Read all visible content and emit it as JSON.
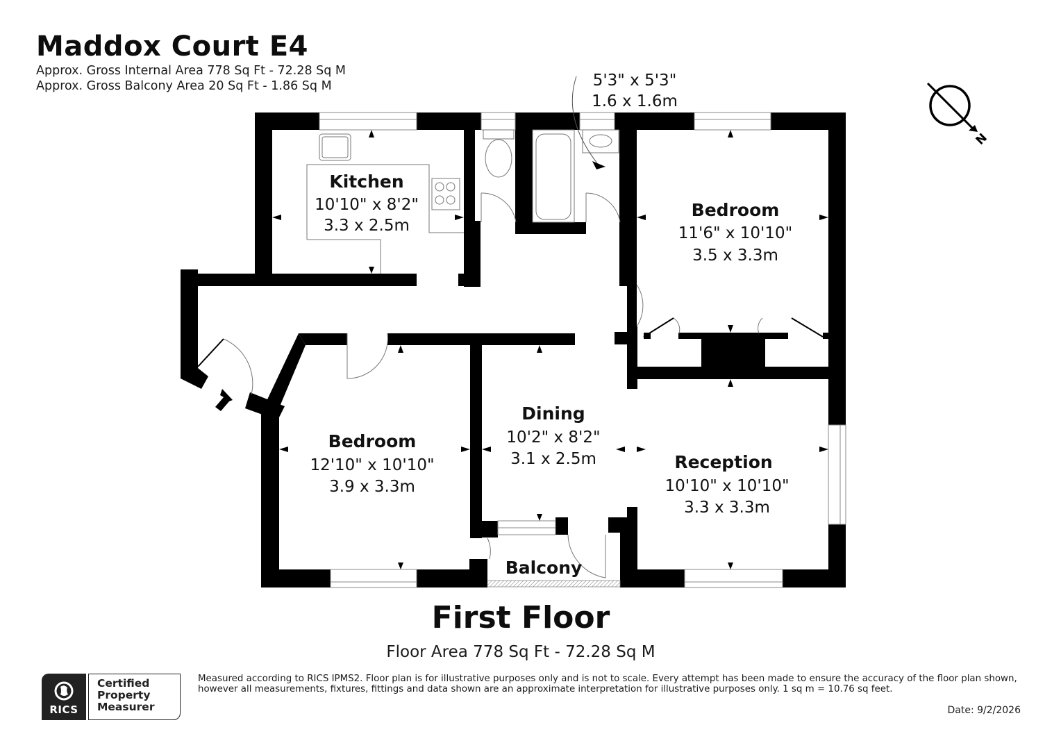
{
  "header": {
    "title": "Maddox Court E4",
    "gross_internal_area": "Approx. Gross Internal Area 778 Sq Ft - 72.28 Sq M",
    "gross_balcony_area": "Approx. Gross Balcony Area 20 Sq Ft - 1.86 Sq M"
  },
  "compass": {
    "label": "N",
    "icon": "north-arrow-icon"
  },
  "rooms": {
    "kitchen": {
      "name": "Kitchen",
      "imperial": "10'10\" x 8'2\"",
      "metric": "3.3 x 2.5m"
    },
    "bathroom": {
      "imperial": "5'3\" x 5'3\"",
      "metric": "1.6 x 1.6m"
    },
    "bedroom_right": {
      "name": "Bedroom",
      "imperial": "11'6\" x 10'10\"",
      "metric": "3.5 x 3.3m"
    },
    "bedroom_left": {
      "name": "Bedroom",
      "imperial": "12'10\" x 10'10\"",
      "metric": "3.9 x 3.3m"
    },
    "dining": {
      "name": "Dining",
      "imperial": "10'2\" x 8'2\"",
      "metric": "3.1 x 2.5m"
    },
    "reception": {
      "name": "Reception",
      "imperial": "10'10\" x 10'10\"",
      "metric": "3.3 x 3.3m"
    },
    "balcony": {
      "name": "Balcony"
    }
  },
  "floor": {
    "title": "First Floor",
    "area": "Floor Area 778 Sq Ft - 72.28 Sq M"
  },
  "footer": {
    "badge": {
      "org": "RICS",
      "line1": "Certified",
      "line2": "Property",
      "line3": "Measurer"
    },
    "disclaimer": "Measured according to RICS IPMS2. Floor plan is for illustrative purposes only and is not to scale. Every attempt has been made to ensure the accuracy of the floor plan shown, however all measurements, fixtures, fittings and data shown are an approximate interpretation for illustrative purposes only. 1 sq m = 10.76 sq feet.",
    "date": "Date: 9/2/2026"
  },
  "colors": {
    "wall": "#000000",
    "fixture_line": "#888888",
    "text": "#111111",
    "background": "#ffffff"
  }
}
